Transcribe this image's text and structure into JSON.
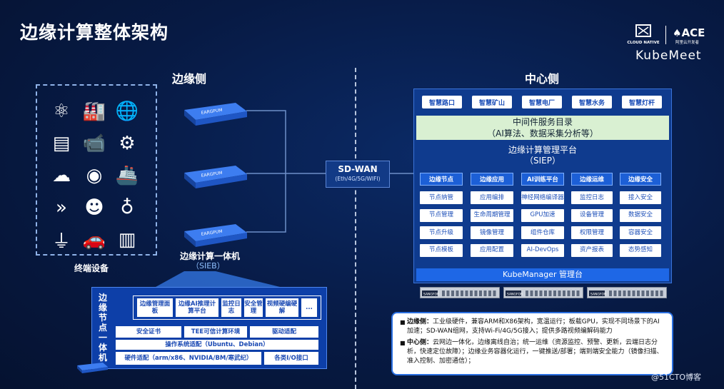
{
  "title": "边缘计算整体架构",
  "brand": {
    "cloud_native": "CLOUD NATIVE",
    "ace": "ACE",
    "ace_sub": "阿里云开发者",
    "kubemeet": "KubeMeet"
  },
  "edge_side": {
    "title": "边缘侧",
    "terminal_label": "终端设备",
    "terminal_icons": [
      "molecule-icon",
      "factory-icon",
      "network-globe-icon",
      "document-icon",
      "cctv-camera-icon",
      "head-gear-icon",
      "cloud-device-icon",
      "webcam-icon",
      "ship-icon",
      "chevrons-icon",
      "brain-head-icon",
      "hierarchy-icon",
      "power-tower-icon",
      "car-icon",
      "barcode-icon"
    ],
    "device_brand": "EARGPUM",
    "device_label": "边缘计算一体机",
    "device_sub": "（SIEB）",
    "sieb": {
      "vertical_label": [
        "边",
        "缘",
        "节",
        "点",
        "一",
        "体",
        "机"
      ],
      "top_row": [
        "边缘管理面板",
        "边缘AI推理计算平台",
        "监控日志",
        "安全管理",
        "视频硬编硬解",
        "..."
      ],
      "row2": [
        "安全证书",
        "TEE可信计算环境",
        "驱动适配"
      ],
      "row3": "操作系统适配（Ubuntu、Debian）",
      "row4": [
        "硬件适配（arm/x86、NVIDIA/BM/寒武纪）",
        "各类I/O接口"
      ]
    }
  },
  "sdwan": {
    "title": "SD-WAN",
    "sub": "(Eth/4G/5G/WIFI)"
  },
  "center_side": {
    "title": "中心侧",
    "apps": [
      "智慧路口",
      "智慧矿山",
      "智慧电厂",
      "智慧水务",
      "智慧灯杆"
    ],
    "middleware": [
      "中间件服务目录",
      "（AI算法、数据采集分析等）"
    ],
    "platform": [
      "边缘计算管理平台",
      "（SIEP）"
    ],
    "columns": [
      {
        "head": "边缘节点",
        "items": [
          "节点纳管",
          "节点管理",
          "节点升级",
          "节点模板"
        ]
      },
      {
        "head": "边缘应用",
        "items": [
          "应用编排",
          "生命周期管理",
          "镜像管理",
          "应用配置"
        ]
      },
      {
        "head": "AI训练平台",
        "items": [
          "神经网络编译器",
          "GPU加速",
          "组件仓库",
          "AI-DevOps"
        ]
      },
      {
        "head": "边缘运维",
        "items": [
          "监控日志",
          "设备管理",
          "权限管理",
          "资产报表"
        ]
      },
      {
        "head": "边缘安全",
        "items": [
          "接入安全",
          "数据安全",
          "容器安全",
          "态势感知"
        ]
      }
    ],
    "kubemanager": "KubeManager 管理台",
    "server_brand": "SANGFOR"
  },
  "notes": [
    {
      "head": "边缘侧：",
      "text": "工业级硬件，兼容ARM和X86架构，宽温运行；板载GPU，实现不同场景下的AI加速；SD-WAN组网，支持Wi-Fi/4G/5G接入；提供多路视频编解码能力"
    },
    {
      "head": "中心侧：",
      "text": "云网边一体化，边缘离线自治；统一运维（资源监控、预警、更新，云端日志分析，快速定位故障）；边缘业务容器化运行，一键推送/部署；端到端安全能力（镜像扫描、准入控制、加密通信）；"
    }
  ],
  "watermark": "@51CTO博客"
}
